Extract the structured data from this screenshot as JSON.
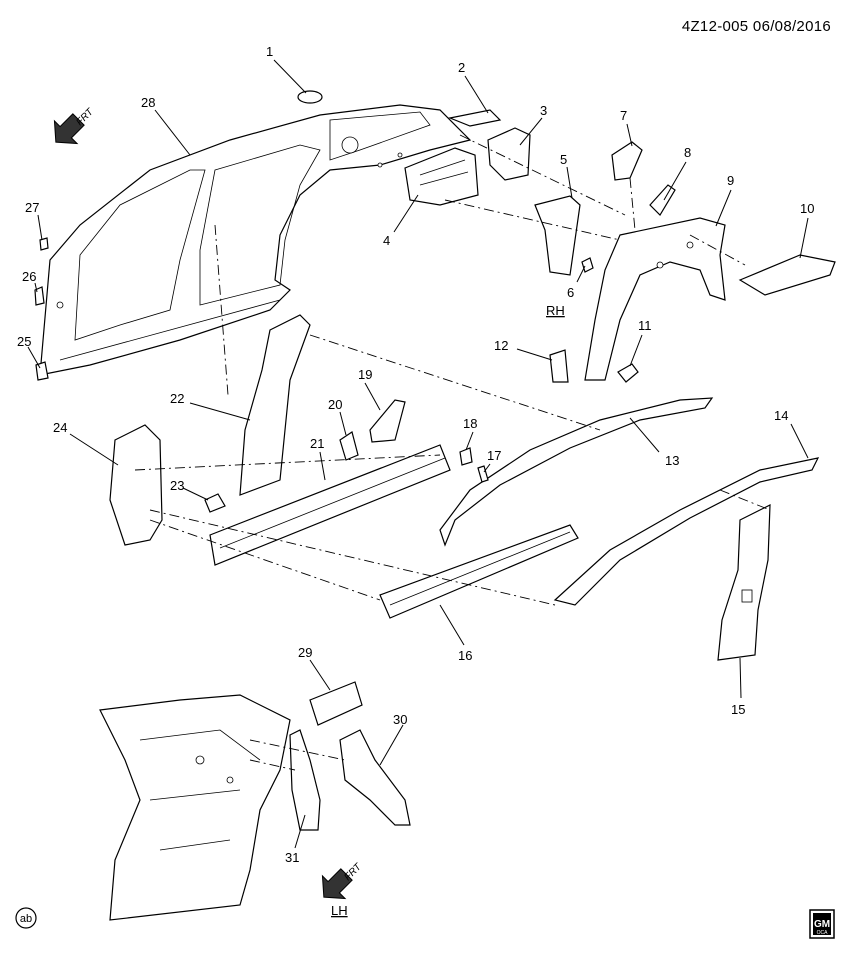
{
  "header": {
    "code": "4Z12-005",
    "date": "06/08/2016"
  },
  "callouts": [
    "1",
    "2",
    "3",
    "4",
    "5",
    "6",
    "7",
    "8",
    "9",
    "10",
    "11",
    "12",
    "13",
    "14",
    "15",
    "16",
    "17",
    "18",
    "19",
    "20",
    "21",
    "22",
    "23",
    "24",
    "25",
    "26",
    "27",
    "28",
    "29",
    "30",
    "31"
  ],
  "side_labels": {
    "rh": "RH",
    "lh": "LH"
  },
  "direction_label": "FRT",
  "corner_badge": "ab",
  "logo": {
    "text": "GM",
    "subtext": "OCA"
  }
}
